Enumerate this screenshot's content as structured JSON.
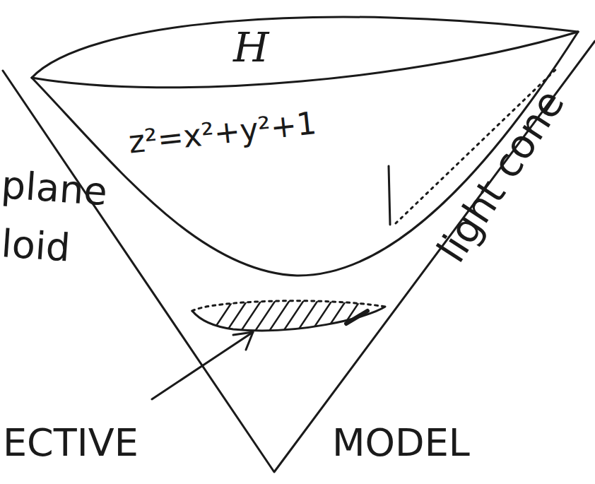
{
  "diagram": {
    "labels": [
      "H",
      "z²=x²+y²+1",
      "plane",
      "loid",
      "light cone",
      "ECTIVE",
      "MODEL"
    ]
  }
}
